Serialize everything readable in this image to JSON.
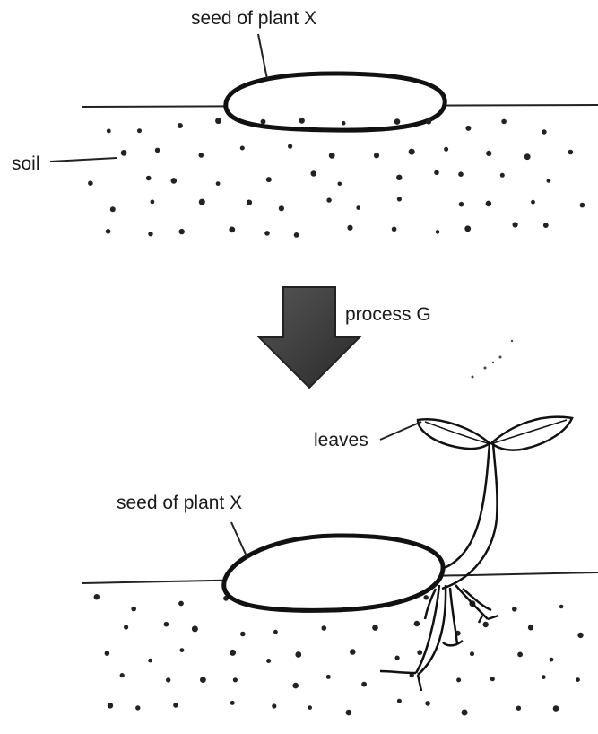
{
  "diagram": {
    "labels": {
      "seed_top": "seed of plant X",
      "soil": "soil",
      "process": "process G",
      "leaves": "leaves",
      "seed_bottom": "seed of plant X"
    }
  }
}
